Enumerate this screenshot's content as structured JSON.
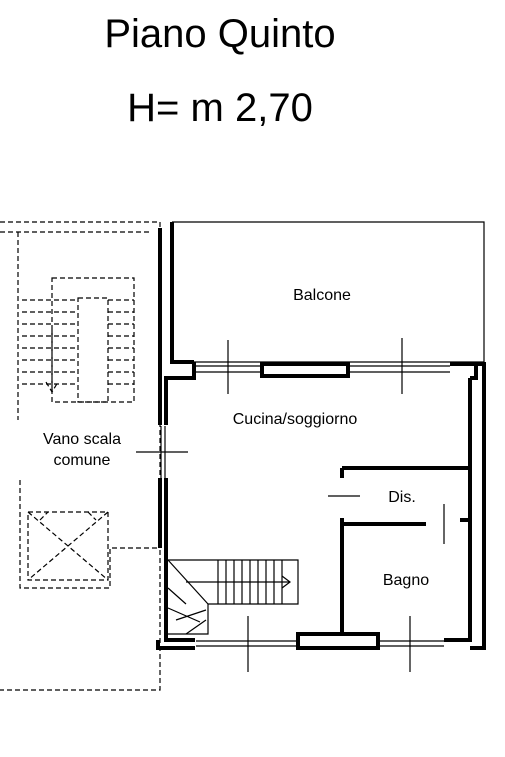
{
  "header": {
    "floor": "Piano Quinto",
    "height": "H= m 2,70"
  },
  "rooms": {
    "balcone": "Balcone",
    "cucina": "Cucina/soggiorno",
    "vano_line1": "Vano scala",
    "vano_line2": "comune",
    "dis": "Dis.",
    "bagno": "Bagno"
  }
}
